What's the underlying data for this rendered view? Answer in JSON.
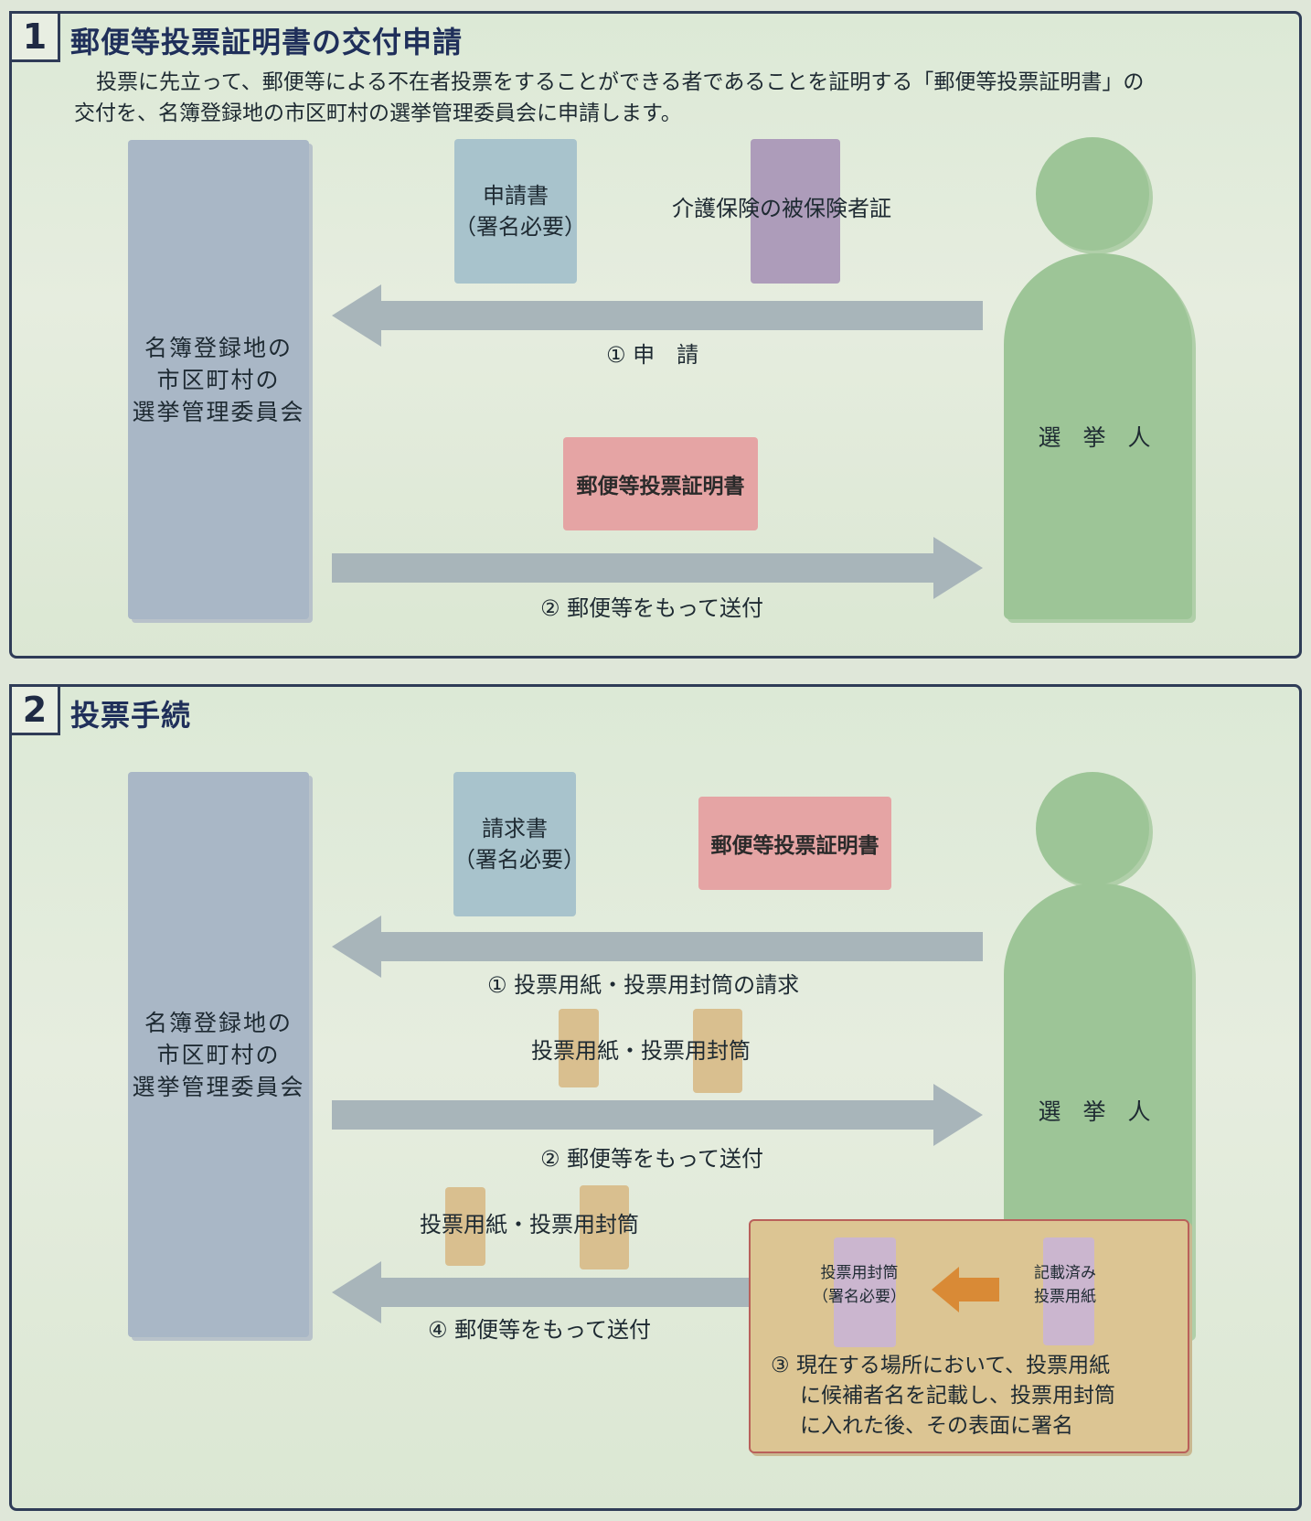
{
  "section1": {
    "number": "1",
    "title": "郵便等投票証明書の交付申請",
    "intro_line1": "投票に先立って、郵便等による不在者投票をすることができる者であることを証明する「郵便等投票証明書」の",
    "intro_line2": "交付を、名簿登録地の市区町村の選挙管理委員会に申請します。",
    "office_line1": "名簿登録地の",
    "office_line2": "市区町村の",
    "office_line3": "選挙管理委員会",
    "doc_application_line1": "申請書",
    "doc_application_line2": "（署名必要）",
    "doc_insurance": "介護保険の被保険者証",
    "step1_label": "① 申　請",
    "doc_certificate": "郵便等投票証明書",
    "step2_label": "② 郵便等をもって送付",
    "voter": "選 挙 人"
  },
  "section2": {
    "number": "2",
    "title": "投票手続",
    "office_line1": "名簿登録地の",
    "office_line2": "市区町村の",
    "office_line3": "選挙管理委員会",
    "doc_request_line1": "請求書",
    "doc_request_line2": "（署名必要）",
    "doc_certificate": "郵便等投票証明書",
    "step1_label": "① 投票用紙・投票用封筒の請求",
    "ballots_label_a": "投票用紙・投票用封筒",
    "step2_label": "② 郵便等をもって送付",
    "ballots_label_b": "投票用紙・投票用封筒",
    "step4_label": "④ 郵便等をもって送付",
    "voter": "選 挙 人",
    "envelope_line1": "投票用封筒",
    "envelope_line2": "（署名必要）",
    "filled_ballot_line1": "記載済み",
    "filled_ballot_line2": "投票用紙",
    "step3_line1": "③ 現在する場所において、投票用紙",
    "step3_line2": "に候補者名を記載し、投票用封筒",
    "step3_line3": "に入れた後、その表面に署名"
  },
  "colors": {
    "border": "#2f3c57",
    "office": "#a9b7c6",
    "voter": "#9dc597",
    "doc_blue": "#a8c3cc",
    "doc_pink": "#e5a4a4",
    "doc_purple": "#ad9cba",
    "doc_tan": "#d9bf8f",
    "arrow": "#a8b5ba",
    "orange_arrow": "#d98a36"
  }
}
